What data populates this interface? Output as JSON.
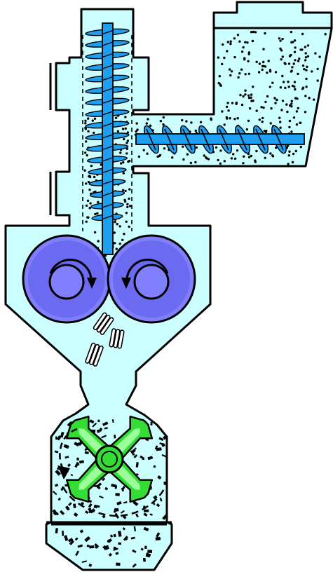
{
  "diagram": {
    "kind": "roller compactor / granulator schematic",
    "components": [
      {
        "id": "feed-hopper",
        "icon": "hopper"
      },
      {
        "id": "horizontal-feed-screw",
        "icon": "auger",
        "flights": 8
      },
      {
        "id": "vertical-tamp-screw",
        "icon": "auger",
        "flights": 17
      },
      {
        "id": "compaction-roller-left",
        "icon": "roller",
        "rotation": "clockwise"
      },
      {
        "id": "compaction-roller-right",
        "icon": "roller",
        "rotation": "counter-clockwise"
      },
      {
        "id": "compacted-ribbons",
        "icon": "flakes",
        "count": 3
      },
      {
        "id": "granulator-rotor",
        "icon": "cross-rotor",
        "rotation": "counter-clockwise"
      },
      {
        "id": "granulate-outlet",
        "icon": "funnel"
      }
    ],
    "colors": {
      "housing_fill": "#ccffff",
      "outline": "#000000",
      "screw": "#1e9ff2",
      "roller_outer": "#8080ff",
      "roller_inner": "#5a5ae8",
      "rotor": "#33dd33",
      "rotor_light": "#99ff99",
      "ribbon": "#ffffff",
      "powder": "#000000"
    }
  }
}
